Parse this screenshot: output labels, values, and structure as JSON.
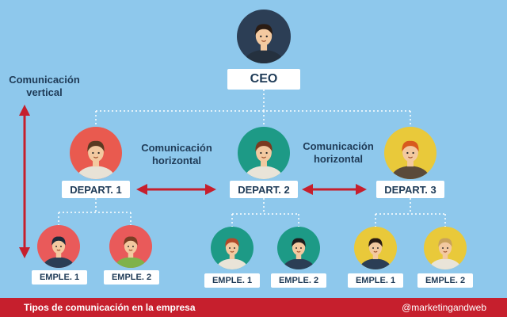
{
  "ceo": {
    "label": "CEO"
  },
  "departments": [
    {
      "label": "DEPART. 1"
    },
    {
      "label": "DEPART. 2"
    },
    {
      "label": "DEPART. 3"
    }
  ],
  "employees": [
    {
      "label": "EMPLE. 1"
    },
    {
      "label": "EMPLE. 2"
    },
    {
      "label": "EMPLE. 1"
    },
    {
      "label": "EMPLE. 2"
    },
    {
      "label": "EMPLE. 1"
    },
    {
      "label": "EMPLE. 2"
    }
  ],
  "notes": {
    "vertical_line1": "Comunicación",
    "vertical_line2": "vertical",
    "horizontal1_line1": "Comunicación",
    "horizontal1_line2": "horizontal",
    "horizontal2_line1": "Comunicación",
    "horizontal2_line2": "horizontal"
  },
  "footer": {
    "title": "Tipos de comunicación en la empresa",
    "handle": "@marketingandweb"
  },
  "colors": {
    "background": "#8ec8ec",
    "arrow": "#c61f2d",
    "text": "#1f3b57",
    "footer": "#c61f2d"
  },
  "avatars": {
    "ceo": {
      "circle": "#2c3e55",
      "hair": "#2a1c14",
      "skin": "#f3c9a0",
      "shirt": "#25313f"
    },
    "dept1": {
      "circle": "#e95a4f",
      "hair": "#5a3a22",
      "skin": "#f3c9a0",
      "shirt": "#e8e2d6"
    },
    "dept2": {
      "circle": "#1d9a86",
      "hair": "#7b3a20",
      "skin": "#f3c9a0",
      "shirt": "#e9e4d8"
    },
    "dept3": {
      "circle": "#e9c93a",
      "hair": "#d85a1e",
      "skin": "#f3c9a0",
      "shirt": "#5a4a3a"
    },
    "emp1": {
      "circle": "#e95a5a",
      "hair": "#1e2a3a",
      "skin": "#f3c9a0",
      "shirt": "#2b3e55"
    },
    "emp2": {
      "circle": "#e95a5a",
      "hair": "#7a3e24",
      "skin": "#f3c9a0",
      "shirt": "#7fb24a"
    },
    "emp3": {
      "circle": "#1d9a86",
      "hair": "#b24a2a",
      "skin": "#f3c9a0",
      "shirt": "#e9e4d8"
    },
    "emp4": {
      "circle": "#1d9a86",
      "hair": "#1e1e1e",
      "skin": "#f3c9a0",
      "shirt": "#2b3e55"
    },
    "emp5": {
      "circle": "#e9c93a",
      "hair": "#2a1c14",
      "skin": "#f3c9a0",
      "shirt": "#2b3e55"
    },
    "emp6": {
      "circle": "#e9c93a",
      "hair": "#c9a25a",
      "skin": "#f3c9a0",
      "shirt": "#e9e4d8"
    }
  }
}
